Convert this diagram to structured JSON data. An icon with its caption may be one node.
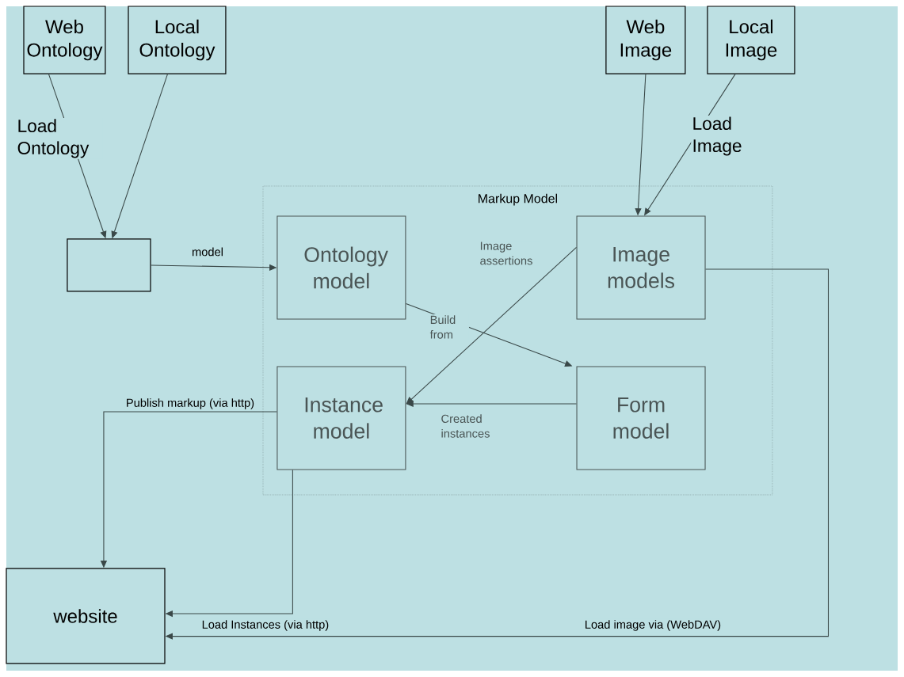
{
  "diagram": {
    "nodes": [
      {
        "text": [
          "Web Ontology"
        ]
      },
      {
        "text": [
          "Local Ontology"
        ]
      },
      {
        "text": [],
        "shape": "box"
      },
      {
        "text": [
          "Markup Model"
        ]
      },
      {
        "text": [
          "Ontology model"
        ],
        "in": 3
      },
      {
        "text": [
          "Image models"
        ],
        "in": 3
      },
      {
        "text": [
          "Instance model"
        ],
        "in": 3
      },
      {
        "text": [
          "Form model"
        ],
        "in": 3
      },
      {
        "text": [
          "Web Image"
        ]
      },
      {
        "text": [
          "Local Image"
        ]
      },
      {
        "text": [
          "website"
        ]
      }
    ],
    "edges": [
      {
        "from": 0,
        "to": 2,
        "arrow": "to",
        "label": "Load Ontology"
      },
      {
        "from": 1,
        "to": 2,
        "arrow": "to"
      },
      {
        "from": 2,
        "to": 4,
        "arrow": "to",
        "label": "model"
      },
      {
        "from": 8,
        "to": 5,
        "arrow": "to"
      },
      {
        "from": 9,
        "to": 5,
        "arrow": "to",
        "label": "Load Image"
      },
      {
        "from": 4,
        "to": 7,
        "arrow": "to",
        "label": "Build from"
      },
      {
        "from": 5,
        "to": 6,
        "arrow": "to",
        "label": "Image assertions"
      },
      {
        "from": 7,
        "to": 6,
        "arrow": "to",
        "label": "Created instances"
      },
      {
        "from": 6,
        "to": 10,
        "arrow": "to",
        "label": "Publish markup (via http)"
      },
      {
        "from": 6,
        "to": 10,
        "arrow": "to",
        "label": "Load Instances (via http)"
      },
      {
        "from": 5,
        "to": 10,
        "arrow": "to",
        "label": "Load image via (WebDAV)"
      }
    ]
  }
}
